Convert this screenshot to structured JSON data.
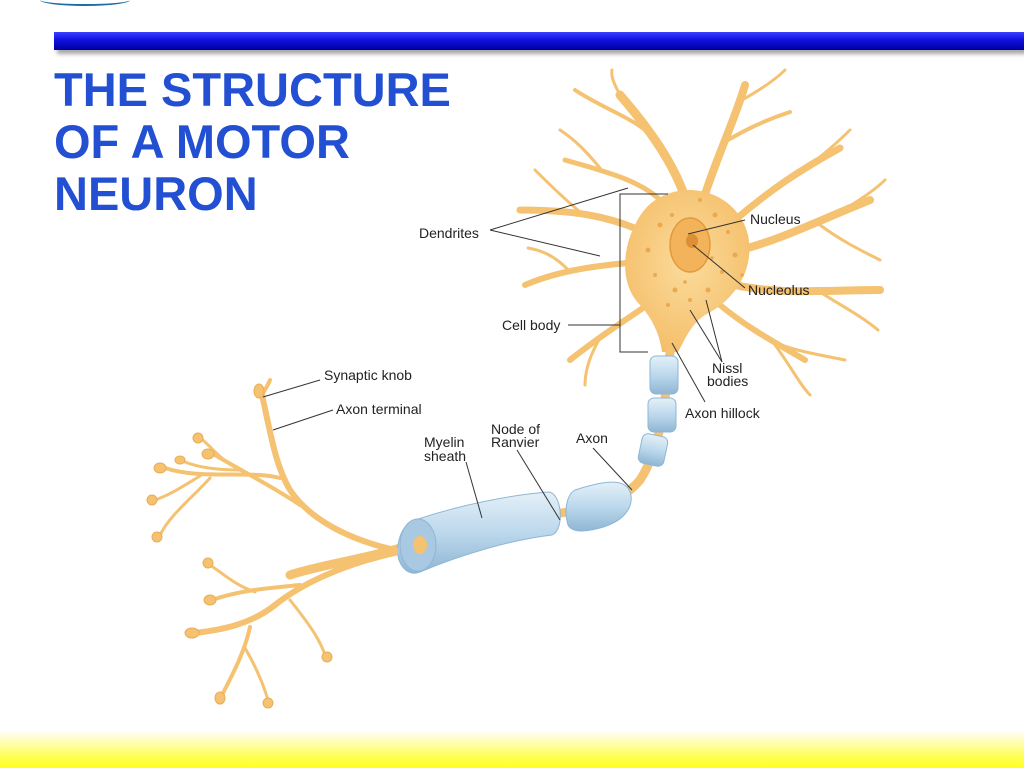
{
  "slide": {
    "title_lines": [
      "THE STRUCTURE",
      "OF A MOTOR",
      "NEURON"
    ],
    "title_color": "#2350d2",
    "top_bar_color": "#1010e0",
    "bottom_bar_color": "#ffff33"
  },
  "diagram": {
    "neuron_color": "#f7c87a",
    "myelin_color": "#bcd8ec",
    "labels": {
      "dendrites": "Dendrites",
      "nucleus": "Nucleus",
      "nucleolus": "Nucleolus",
      "cell_body": "Cell body",
      "nissl_line1": "Nissl",
      "nissl_line2": "bodies",
      "axon_hillock": "Axon hillock",
      "synaptic_knob": "Synaptic knob",
      "axon_terminal": "Axon terminal",
      "node_line1": "Node of",
      "node_line2": "Ranvier",
      "axon": "Axon",
      "myelin_line1": "Myelin",
      "myelin_line2": "sheath"
    }
  }
}
